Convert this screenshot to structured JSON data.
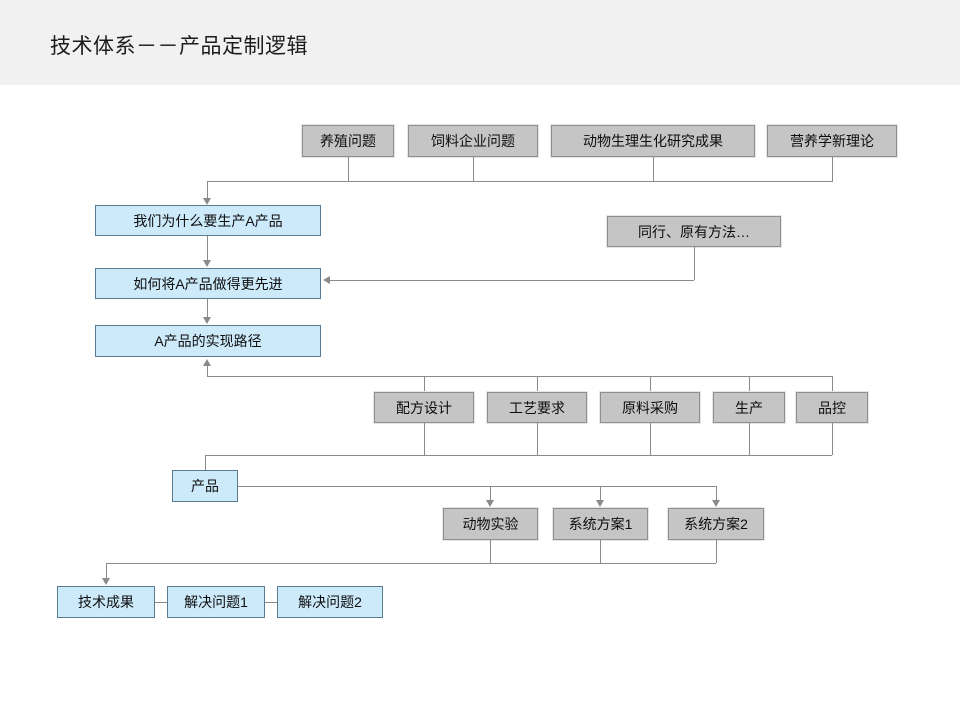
{
  "slide": {
    "title": "技术体系－－产品定制逻辑",
    "background_color": "#ffffff",
    "header_band_color": "#f1f1f1",
    "gray_box_fill": "#c5c5c5",
    "gray_box_border": "#8e8e8e",
    "blue_box_fill": "#cdeafb",
    "blue_box_border": "#5b7b93",
    "connector_color": "#8a8a8a"
  },
  "inputs_row": {
    "boxes": [
      {
        "label": "养殖问题"
      },
      {
        "label": "饲料企业问题"
      },
      {
        "label": "动物生理生化研究成果"
      },
      {
        "label": "营养学新理论"
      }
    ]
  },
  "question_chain": {
    "boxes": [
      {
        "label": "我们为什么要生产A产品"
      },
      {
        "label": "如何将A产品做得更先进"
      },
      {
        "label": "A产品的实现路径"
      }
    ]
  },
  "reference": {
    "label": "同行、原有方法…"
  },
  "process_row": {
    "boxes": [
      {
        "label": "配方设计"
      },
      {
        "label": "工艺要求"
      },
      {
        "label": "原料采购"
      },
      {
        "label": "生产"
      },
      {
        "label": "品控"
      }
    ]
  },
  "product": {
    "label": "产品"
  },
  "validation_row": {
    "boxes": [
      {
        "label": "动物实验"
      },
      {
        "label": "系统方案1"
      },
      {
        "label": "系统方案2"
      }
    ]
  },
  "outcome_row": {
    "boxes": [
      {
        "label": "技术成果"
      },
      {
        "label": "解决问题1"
      },
      {
        "label": "解决问题2"
      }
    ]
  }
}
